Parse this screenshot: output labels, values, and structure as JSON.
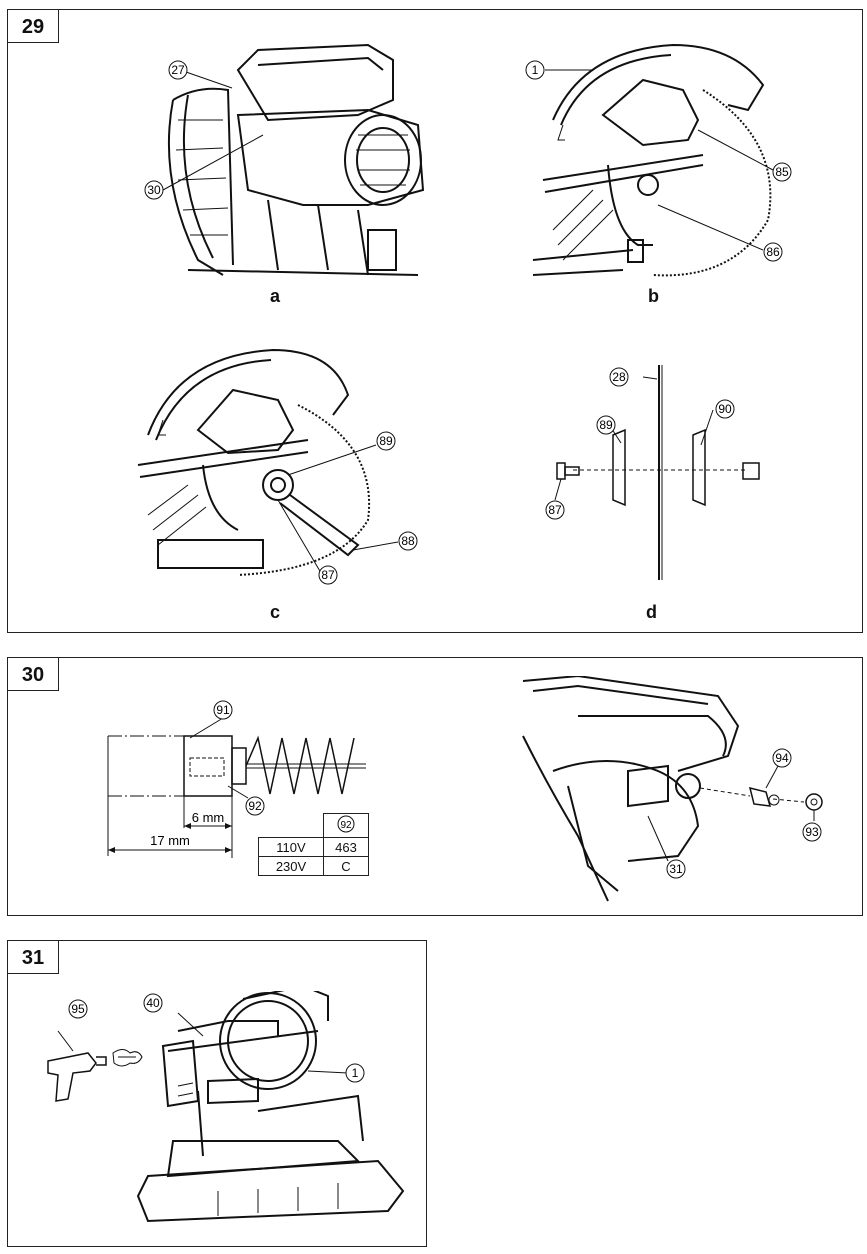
{
  "fig29": {
    "number": "29",
    "sub_a": "a",
    "sub_b": "b",
    "sub_c": "c",
    "sub_d": "d",
    "callouts": {
      "a1": "27",
      "a2": "30",
      "b1": "1",
      "b2": "85",
      "b3": "86",
      "c1": "89",
      "c2": "88",
      "c3": "87",
      "d1": "28",
      "d2": "89",
      "d3": "90",
      "d4": "87"
    }
  },
  "fig30": {
    "number": "30",
    "callouts": {
      "l1": "91",
      "l2": "92",
      "r1": "94",
      "r2": "93",
      "r3": "31"
    },
    "dim_6": "6 mm",
    "dim_17": "17 mm",
    "table": {
      "header": "92",
      "rows": [
        {
          "voltage": "110V",
          "value": "463"
        },
        {
          "voltage": "230V",
          "value": "C"
        }
      ]
    }
  },
  "fig31": {
    "number": "31",
    "callouts": {
      "c1": "40",
      "c2": "95",
      "c3": "1"
    }
  }
}
